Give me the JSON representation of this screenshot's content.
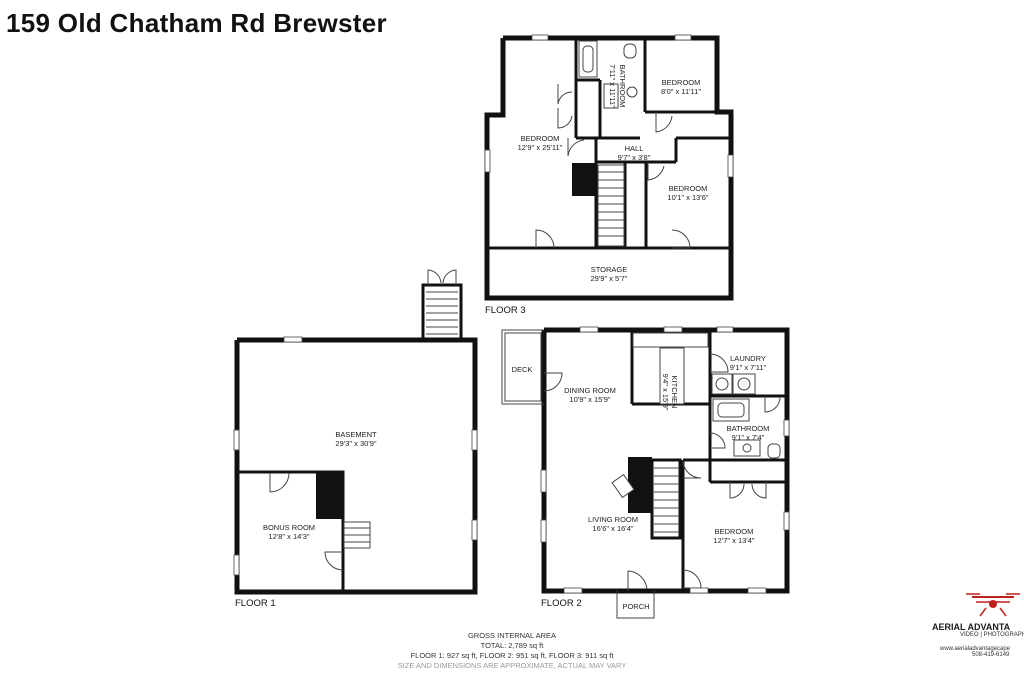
{
  "title": "159 Old Chatham Rd Brewster",
  "floors": {
    "floor1": {
      "label": "FLOOR 1",
      "rooms": [
        {
          "name": "BASEMENT",
          "dims": "29'3\" x 30'9\""
        },
        {
          "name": "BONUS ROOM",
          "dims": "12'8\" x 14'3\""
        }
      ]
    },
    "floor2": {
      "label": "FLOOR 2",
      "rooms": [
        {
          "name": "DECK",
          "dims": ""
        },
        {
          "name": "DINING ROOM",
          "dims": "10'9\" x 15'9\""
        },
        {
          "name": "KITCHEN",
          "dims": "9'4\" x 15'9\""
        },
        {
          "name": "LAUNDRY",
          "dims": "9'1\" x 7'11\""
        },
        {
          "name": "BATHROOM",
          "dims": "9'1\" x 7'4\""
        },
        {
          "name": "LIVING ROOM",
          "dims": "16'6\" x 16'4\""
        },
        {
          "name": "BEDROOM",
          "dims": "12'7\" x 13'4\""
        },
        {
          "name": "PORCH",
          "dims": ""
        }
      ]
    },
    "floor3": {
      "label": "FLOOR 3",
      "rooms": [
        {
          "name": "BATHROOM",
          "dims": "7'11\" x 11'11\""
        },
        {
          "name": "BEDROOM",
          "dims": "8'0\" x 11'11\""
        },
        {
          "name": "BEDROOM",
          "dims": "12'9\" x 25'11\""
        },
        {
          "name": "HALL",
          "dims": "9'7\" x 3'8\""
        },
        {
          "name": "BEDROOM",
          "dims": "10'1\" x 13'6\""
        },
        {
          "name": "STORAGE",
          "dims": "29'9\" x 5'7\""
        }
      ]
    }
  },
  "footer": {
    "heading": "GROSS INTERNAL AREA",
    "total": "TOTAL: 2,789 sq ft",
    "breakdown": "FLOOR 1: 927 sq ft, FLOOR 2: 951 sq ft, FLOOR 3: 911 sq ft",
    "disclaimer": "SIZE AND DIMENSIONS ARE APPROXIMATE, ACTUAL MAY VARY"
  },
  "logo": {
    "name": "AERIAL ADVANTA",
    "sub": "VIDEO | PHOTOGRAPH",
    "web": "www.aerialadvantagecape",
    "phone": "508-419-6149",
    "icon": "drone-icon",
    "accent": "#c0201c"
  }
}
